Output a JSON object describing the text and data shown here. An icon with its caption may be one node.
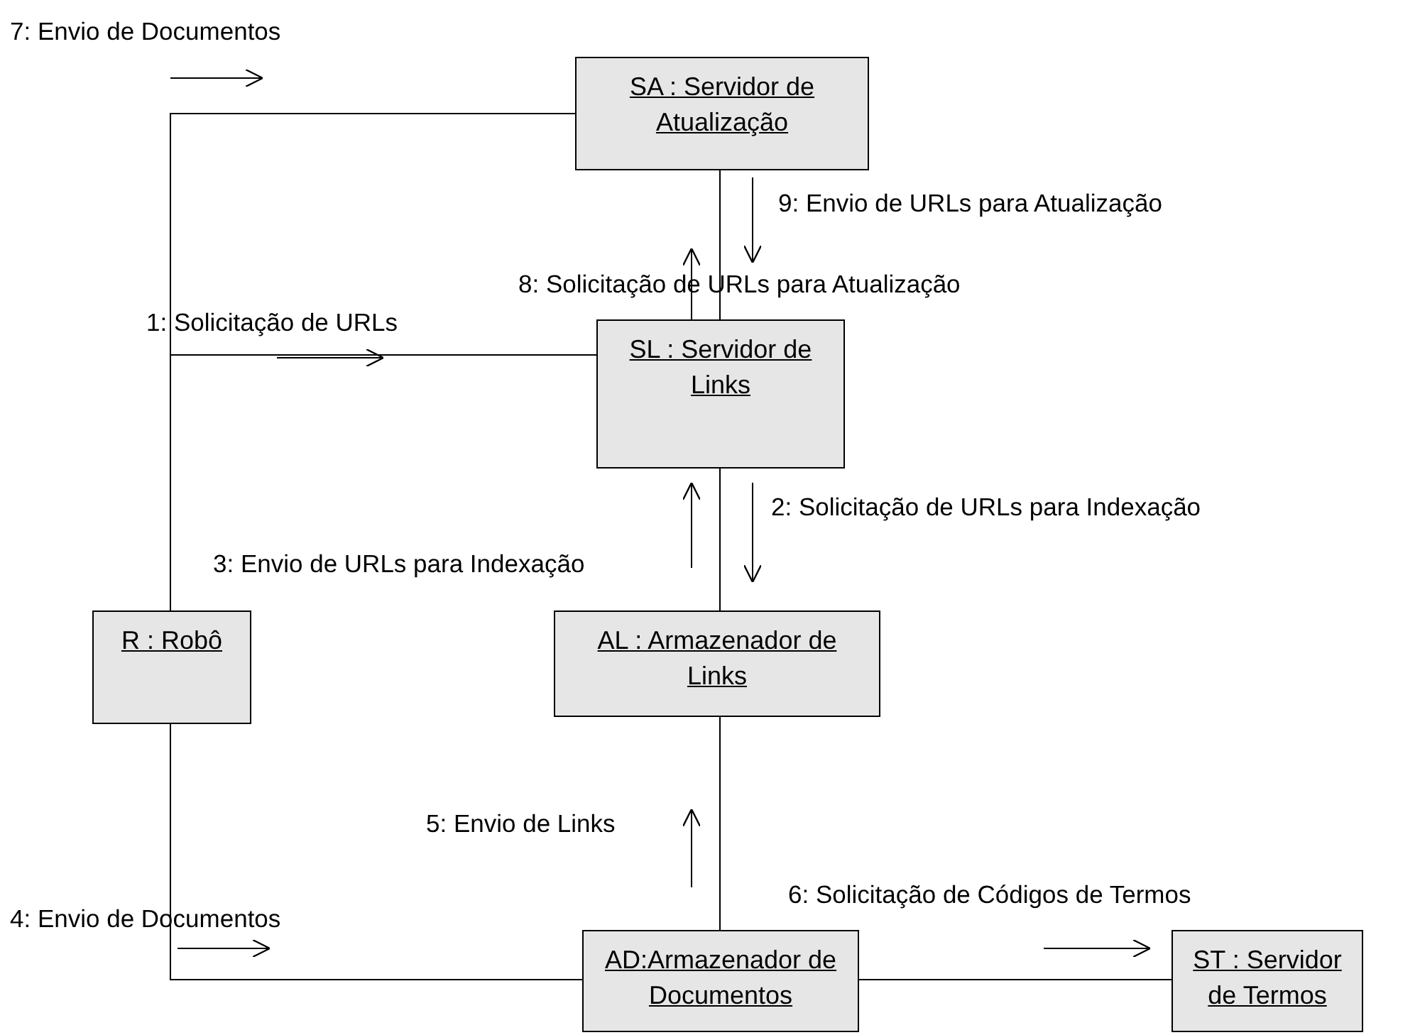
{
  "diagram": {
    "nodes": [
      {
        "text": [
          "SA : Servidor de Atualização"
        ]
      },
      {
        "text": [
          "SL : Servidor de Links"
        ]
      },
      {
        "text": [
          "R : Robô"
        ]
      },
      {
        "text": [
          "AL : Armazenador de Links"
        ]
      },
      {
        "text": [
          "AD:Armazenador de Documentos"
        ]
      },
      {
        "text": [
          "ST : Servidor de Termos"
        ]
      }
    ],
    "edges": [
      {
        "from": 2,
        "to": 0,
        "arrow": "none"
      },
      {
        "from": 2,
        "to": 1,
        "arrow": "none"
      },
      {
        "from": 0,
        "to": 1,
        "arrow": "none"
      },
      {
        "from": 1,
        "to": 3,
        "arrow": "none"
      },
      {
        "from": 3,
        "to": 4,
        "arrow": "none"
      },
      {
        "from": 2,
        "to": 4,
        "arrow": "none"
      },
      {
        "from": 4,
        "to": 5,
        "arrow": "none"
      }
    ],
    "labels": [
      "7: Envio de Documentos",
      "9: Envio de URLs para Atualização",
      "8: Solicitação de URLs para Atualização",
      "1: Solicitação de URLs",
      "2: Solicitação de URLs para Indexação",
      "3: Envio de URLs para Indexação",
      "5: Envio de Links",
      "6: Solicitação de Códigos de Termos",
      "4: Envio de Documentos"
    ]
  }
}
